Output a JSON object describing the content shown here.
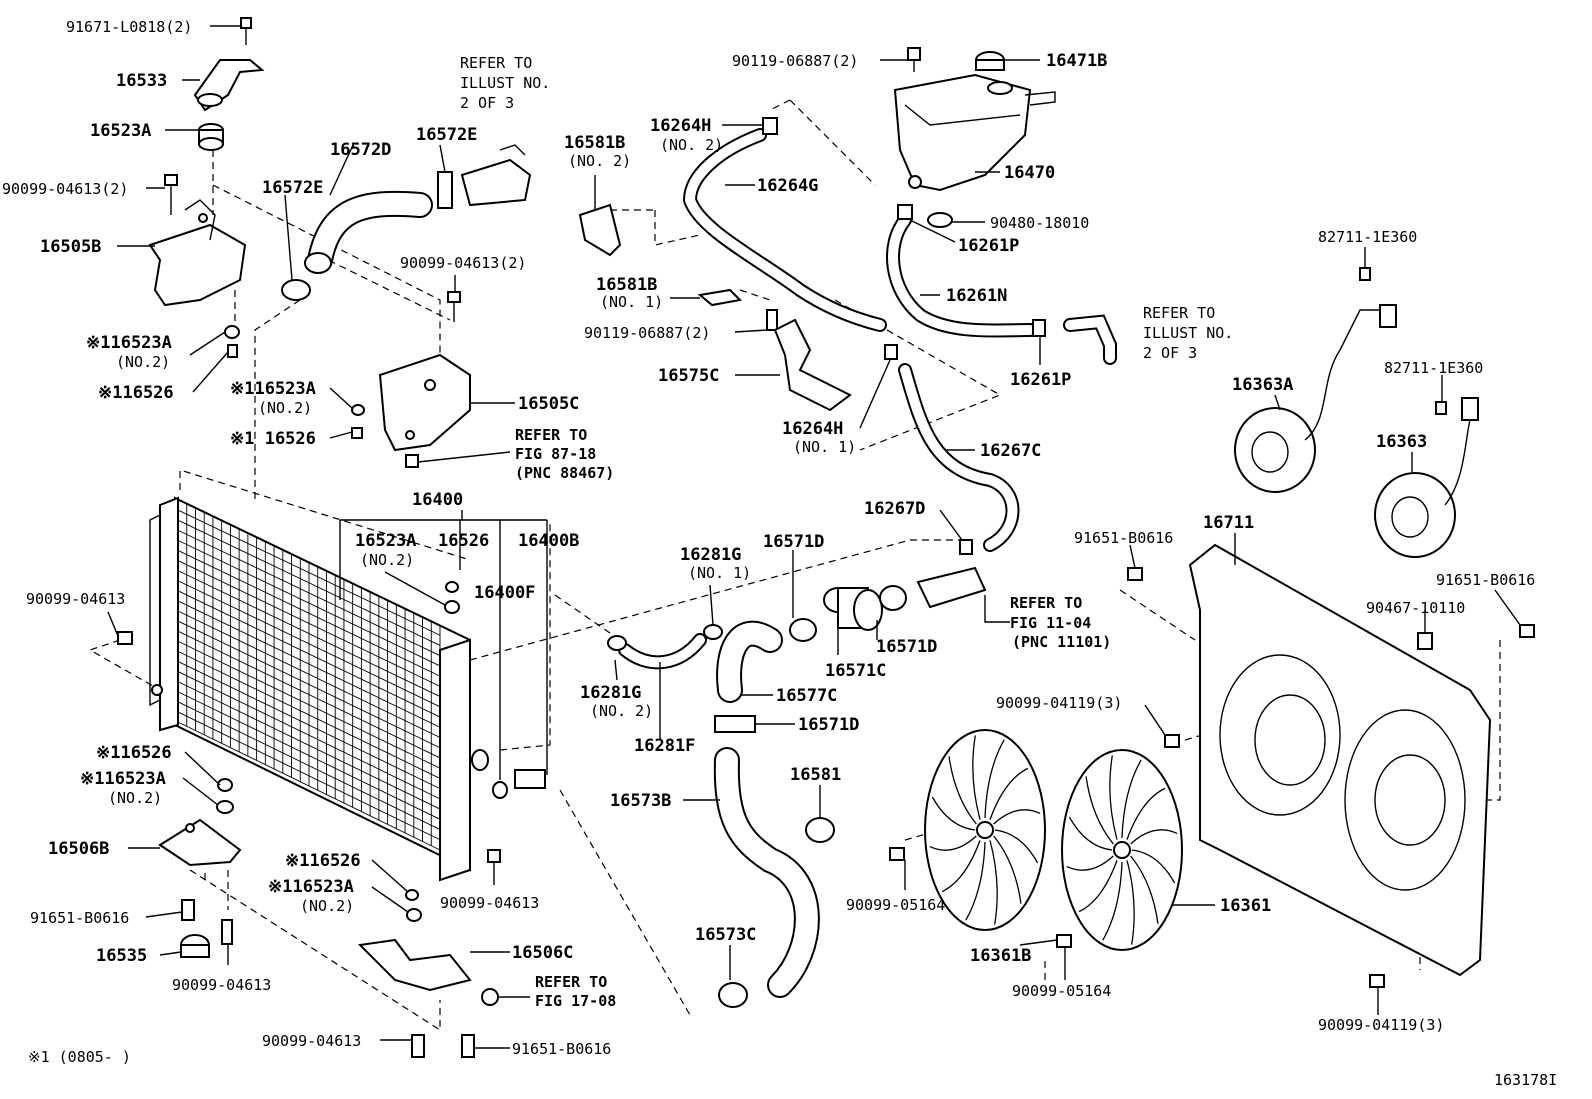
{
  "labels": {
    "p91671": "91671-L0818(2)",
    "p16533": "16533",
    "p16523A_top": "16523A",
    "p90099_04613_2a": "90099-04613(2)",
    "p16505B": "16505B",
    "p16523A_no2_a": "※116523A",
    "no2_a": "(NO.2)",
    "p16526_a": "※116526",
    "p16572D": "16572D",
    "p16572E_a": "16572E",
    "p16572E_b": "16572E",
    "refer_a1": "REFER TO",
    "refer_a2": "ILLUST NO.",
    "refer_a3": "2 OF 3",
    "p90099_04613_2b": "90099-04613(2)",
    "p16523A_no2_b": "※116523A",
    "no2_b": "(NO.2)",
    "p16526_b": "※1 16526",
    "p16505C": "16505C",
    "refer_b1": "REFER TO",
    "refer_b2": "FIG 87-18",
    "refer_b3": "(PNC 88467)",
    "p16400": "16400",
    "p16523A_c": "16523A",
    "no2_c": "(NO.2)",
    "p16526_c": "16526",
    "p16400B": "16400B",
    "p16400F": "16400F",
    "p90099_04613_left": "90099-04613",
    "p16526_d": "※116526",
    "p16523A_d": "※116523A",
    "no2_d": "(NO.2)",
    "p16506B": "16506B",
    "p91651_left": "91651-B0616",
    "p16535": "16535",
    "p90099_04613_bl": "90099-04613",
    "p16526_e": "※116526",
    "p16523A_e": "※116523A",
    "no2_e": "(NO.2)",
    "p90099_04613_mid": "90099-04613",
    "p16506C": "16506C",
    "refer_c1": "REFER TO",
    "refer_c2": "FIG 17-08",
    "p90099_04613_bot": "90099-04613",
    "p91651_bot": "91651-B0616",
    "footnote": "※1 (0805-     )",
    "p16581B_no2": "16581B",
    "no2_f": "(NO. 2)",
    "p16264H_no2": "16264H",
    "no2_g": "(NO. 2)",
    "p16264G": "16264G",
    "p90119_top": "90119-06887(2)",
    "p16471B": "16471B",
    "p16470": "16470",
    "p90480": "90480-18010",
    "p16261P_a": "16261P",
    "p16261N": "16261N",
    "p16581B_no1": "16581B",
    "no1_a": "(NO. 1)",
    "p90119_mid": "90119-06887(2)",
    "p16575C": "16575C",
    "refer_d1": "REFER TO",
    "refer_d2": "ILLUST NO.",
    "refer_d3": "2 OF 3",
    "p16261P_b": "16261P",
    "p16264H_no1": "16264H",
    "no1_b": "(NO. 1)",
    "p16267C": "16267C",
    "p16267D": "16267D",
    "p16281G_no1": "16281G",
    "no1_c": "(NO. 1)",
    "p16571D_a": "16571D",
    "refer_e1": "REFER TO",
    "refer_e2": "FIG 11-04",
    "refer_e3": "(PNC 11101)",
    "p16571D_b": "16571D",
    "p16571C": "16571C",
    "p16577C": "16577C",
    "p16281G_no2": "16281G",
    "no2_h": "(NO. 2)",
    "p16281F": "16281F",
    "p16571D_c": "16571D",
    "p16581": "16581",
    "p16573B": "16573B",
    "p16573C": "16573C",
    "p82711_a": "82711-1E360",
    "p16363A": "16363A",
    "p82711_b": "82711-1E360",
    "p16363": "16363",
    "p16711": "16711",
    "p91651_right_a": "91651-B0616",
    "p91651_right_b": "91651-B0616",
    "p90467": "90467-10110",
    "p90099_04119_a": "90099-04119(3)",
    "p90099_05164_a": "90099-05164",
    "p16361": "16361",
    "p16361B": "16361B",
    "p90099_05164_b": "90099-05164",
    "p90099_04119_b": "90099-04119(3)",
    "illus_id": "163178I"
  }
}
